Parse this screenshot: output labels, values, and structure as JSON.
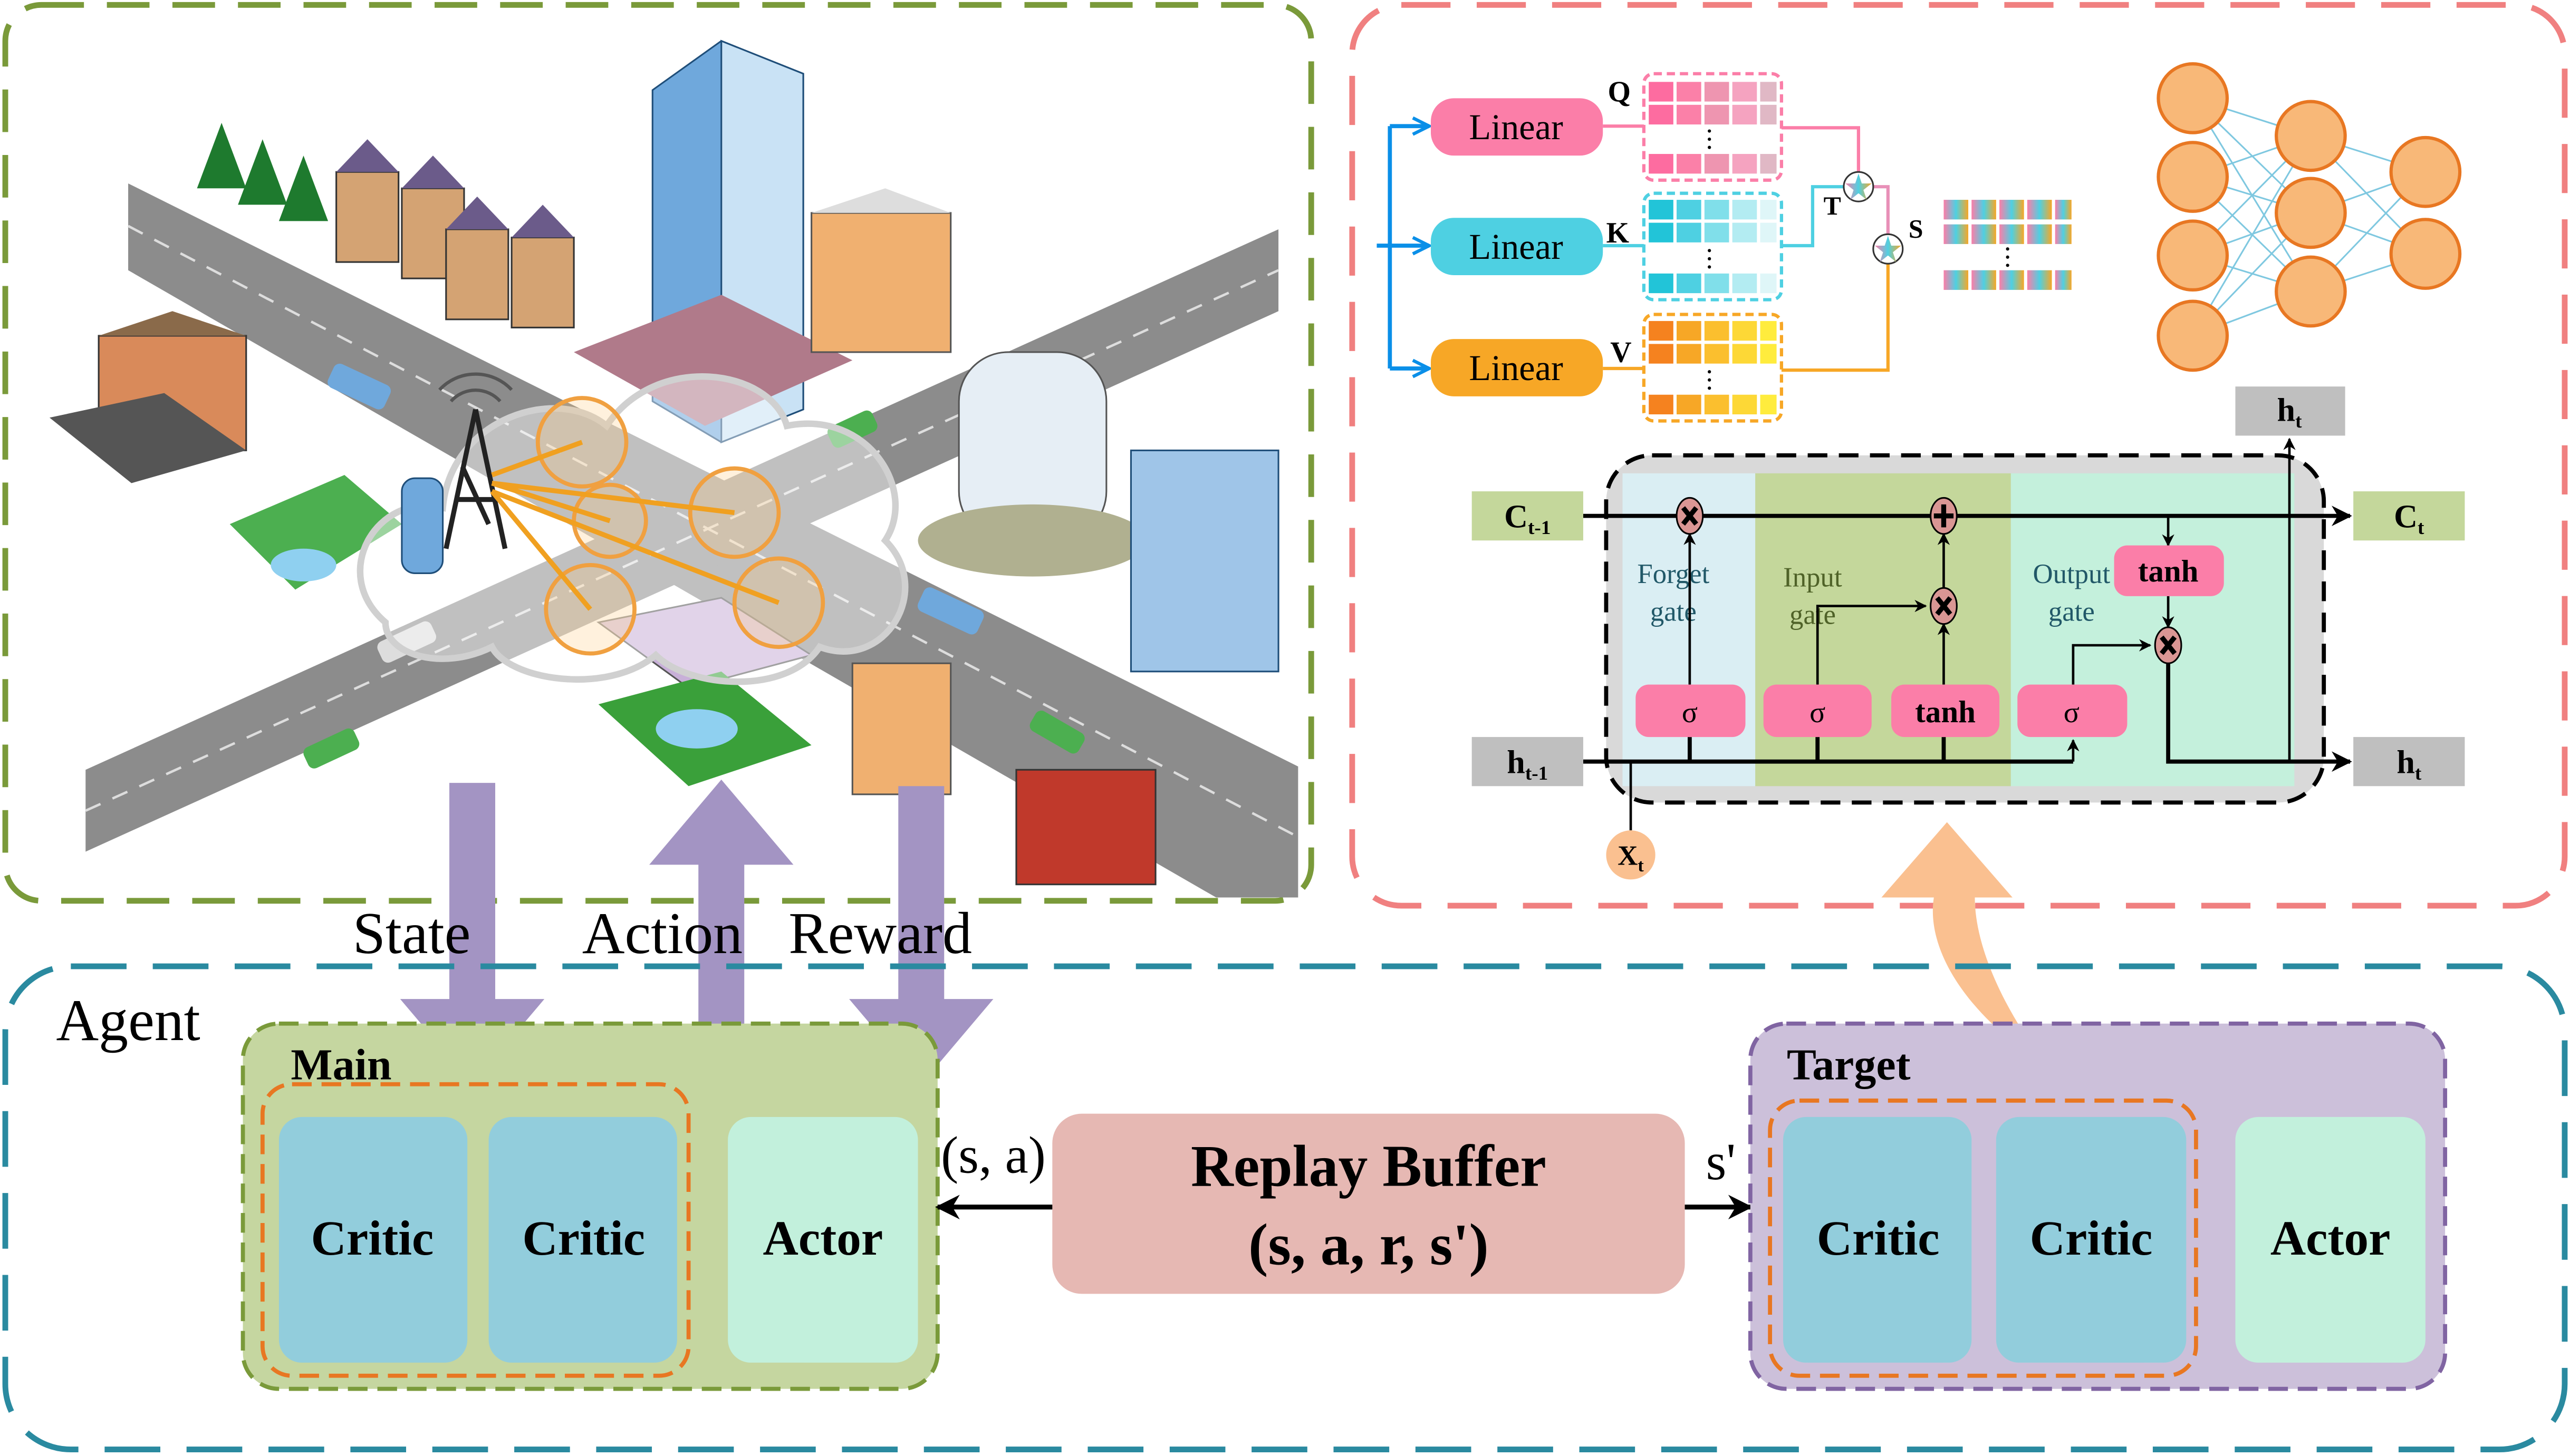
{
  "environment": {
    "labels": {
      "state": "State",
      "action": "Action",
      "reward": "Reward"
    }
  },
  "attention": {
    "linear_q": "Linear",
    "linear_k": "Linear",
    "linear_v": "Linear",
    "q": "Q",
    "k": "K",
    "v": "V",
    "t": "T",
    "s": "S",
    "colors": {
      "q": "#fb7ea8",
      "k": "#4ed0e2",
      "v": "#f7a726",
      "input": "#0a8fe8"
    }
  },
  "lstm": {
    "c_prev": "C",
    "c_prev_sub": "t-1",
    "h_prev": "h",
    "h_prev_sub": "t-1",
    "c_out": "C",
    "c_out_sub": "t",
    "h_out": "h",
    "h_out_sub": "t",
    "h_top": "h",
    "h_top_sub": "t",
    "x": "X",
    "x_sub": "t",
    "forget_gate": [
      "Forget",
      "gate"
    ],
    "input_gate": [
      "Input",
      "gate"
    ],
    "output_gate": [
      "Output",
      "gate"
    ],
    "sigma": "σ",
    "tanh": "tanh"
  },
  "agent": {
    "title": "Agent",
    "main": {
      "title": "Main",
      "critic1": "Critic",
      "critic2": "Critic",
      "actor": "Actor"
    },
    "target": {
      "title": "Target",
      "critic1": "Critic",
      "critic2": "Critic",
      "actor": "Actor"
    },
    "replay_buffer": {
      "title": "Replay Buffer",
      "tuple": "(s, a, r, s')"
    },
    "sa_label": "(s, a)",
    "s_prime_label": "s'"
  }
}
